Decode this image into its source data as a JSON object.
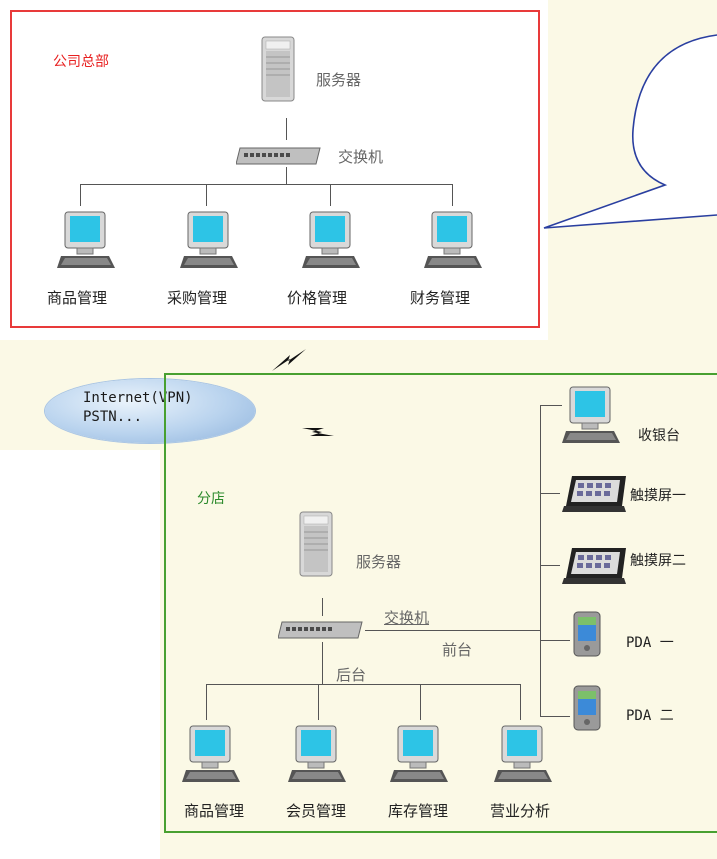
{
  "headquarters": {
    "label": "公司总部",
    "server_label": "服务器",
    "switch_label": "交换机",
    "clients": [
      "商品管理",
      "采购管理",
      "价格管理",
      "财务管理"
    ]
  },
  "network": {
    "line1": "Internet(VPN)",
    "line2": "PSTN..."
  },
  "branch": {
    "label": "分店",
    "server_label": "服务器",
    "switch_label": "交换机",
    "front_label": "前台",
    "back_label": "后台",
    "clients": [
      "商品管理",
      "会员管理",
      "库存管理",
      "营业分析"
    ],
    "terminals": [
      "收银台",
      "触摸屏一",
      "触摸屏二",
      "PDA 一",
      "PDA 二"
    ]
  },
  "colors": {
    "hq_border": "#e83a3a",
    "branch_border": "#48a030",
    "callout_stroke": "#2a3fa0",
    "background": "#fbf9e6"
  },
  "icons": [
    "server-icon",
    "switch-icon",
    "computer-icon",
    "touchscreen-icon",
    "pda-icon",
    "lightning-icon",
    "cloud-shape",
    "speech-bubble"
  ]
}
